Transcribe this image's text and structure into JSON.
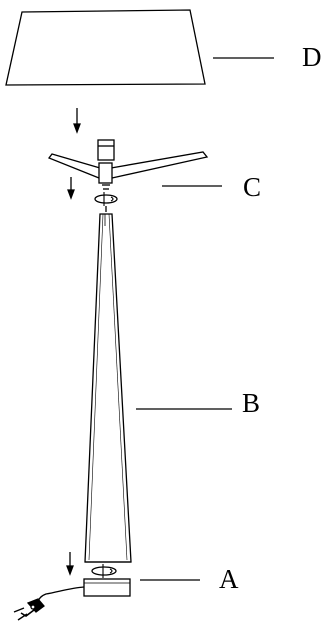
{
  "parts": {
    "base": {
      "label": "A"
    },
    "pole": {
      "label": "B"
    },
    "arm_bracket": {
      "label": "C"
    },
    "shade": {
      "label": "D"
    }
  },
  "colors": {
    "ink": "#000000",
    "background": "#ffffff"
  }
}
